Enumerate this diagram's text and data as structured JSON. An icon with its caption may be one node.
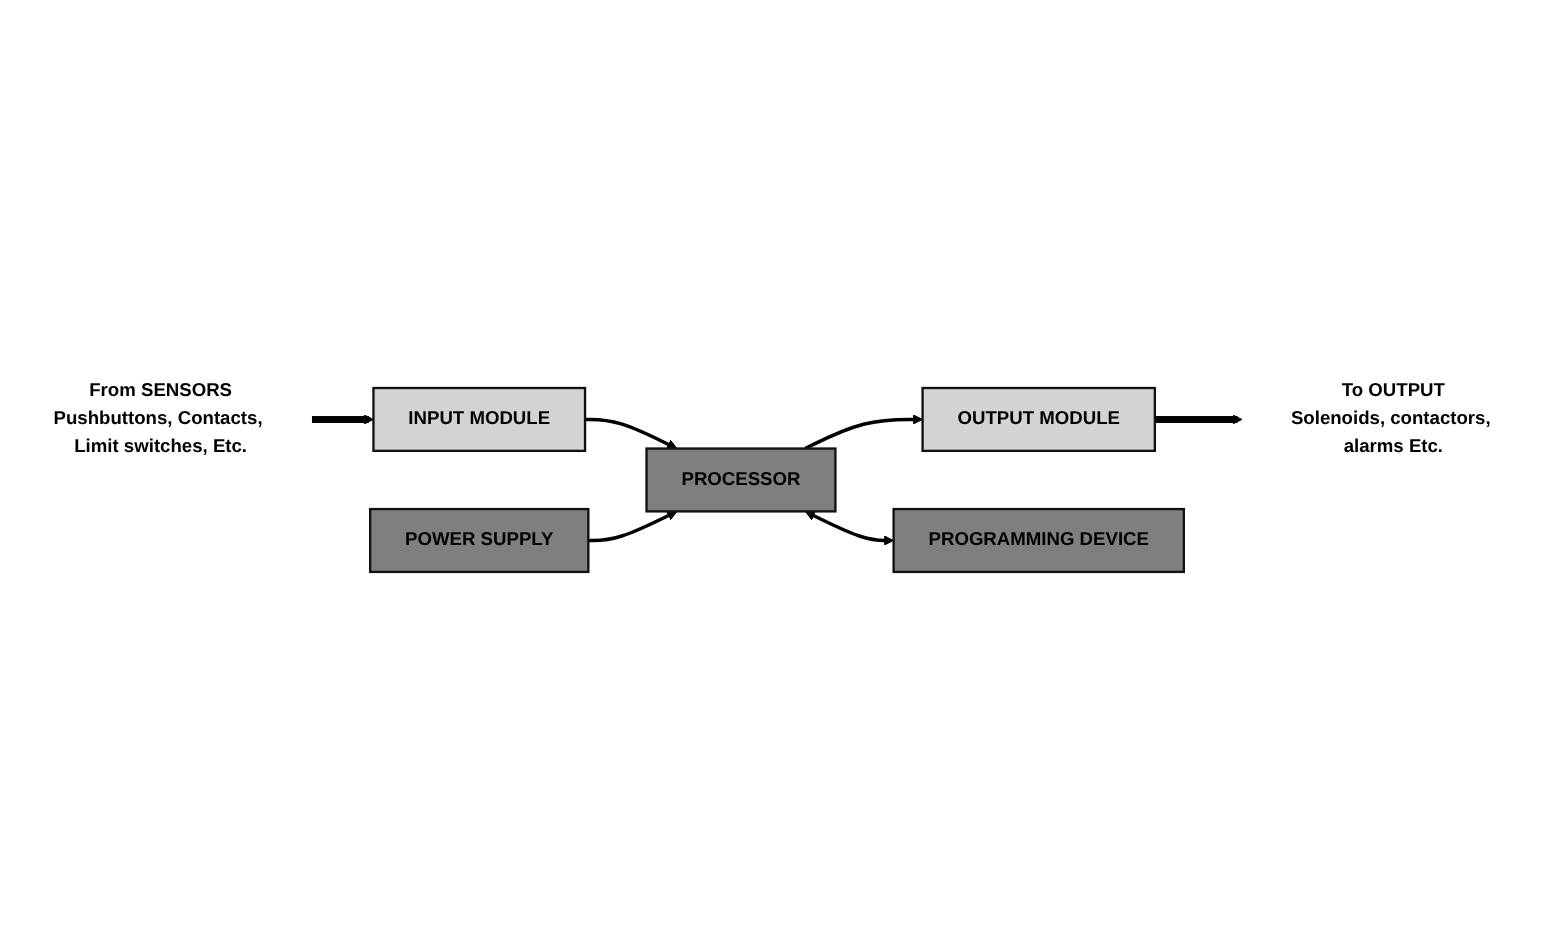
{
  "diagram": {
    "nodes": [
      {
        "text": [
          "From SENSORS"
        ],
        "beside": [
          "Pushbuttons, Contacts, Limit switches, Etc."
        ]
      },
      {
        "text": [
          "INPUT MODULE"
        ]
      },
      {
        "text": [
          "POWER SUPPLY"
        ]
      },
      {
        "text": [
          "PROCESSOR"
        ]
      },
      {
        "text": [
          "OUTPUT MODULE"
        ]
      },
      {
        "text": [
          "PROGRAMMING DEVICE"
        ]
      },
      {
        "text": [
          "To OUTPUT"
        ],
        "beside": [
          "Solenoids, contactors, alarms Etc."
        ]
      }
    ],
    "edges": [
      {
        "from": 0,
        "to": 1,
        "arrow": "to",
        "style": "thick"
      },
      {
        "from": 1,
        "to": 3,
        "arrow": "to"
      },
      {
        "from": 2,
        "to": 3,
        "arrow": "to"
      },
      {
        "from": 3,
        "to": 4,
        "arrow": "to"
      },
      {
        "from": 3,
        "to": 5,
        "arrow": "both"
      },
      {
        "from": 4,
        "to": 6,
        "arrow": "to",
        "style": "thick"
      }
    ]
  }
}
